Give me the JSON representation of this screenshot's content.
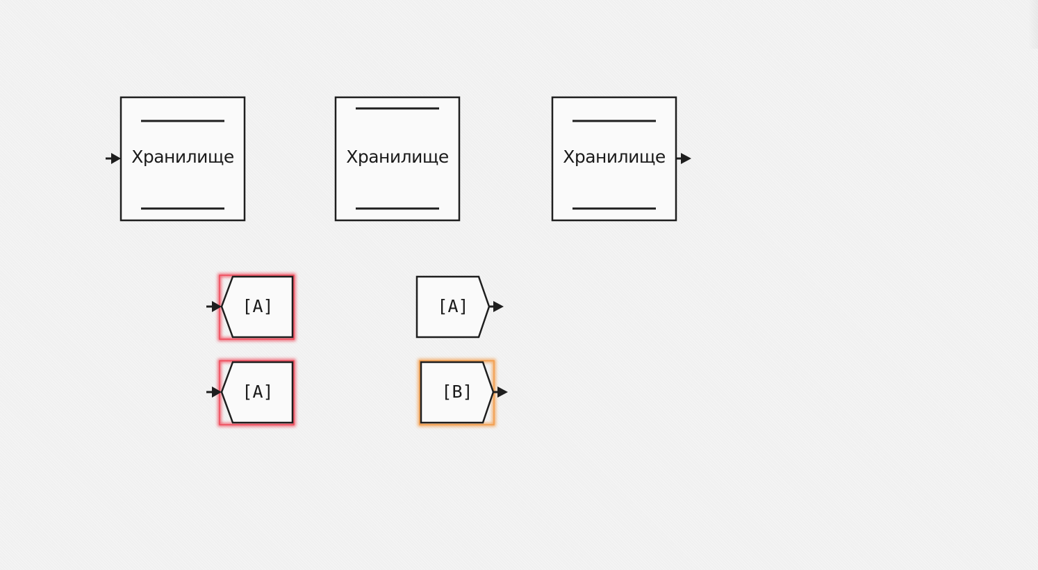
{
  "data_store_blocks": [
    {
      "label": "Хранилище",
      "port": "input"
    },
    {
      "label": "Хранилище",
      "port": "none"
    },
    {
      "label": "Хранилище",
      "port": "output"
    }
  ],
  "tag_blocks": [
    {
      "kind": "from",
      "label": "[A]",
      "highlight": "error"
    },
    {
      "kind": "goto",
      "label": "[A]",
      "highlight": "none"
    },
    {
      "kind": "from",
      "label": "[A]",
      "highlight": "error"
    },
    {
      "kind": "goto",
      "label": "[B]",
      "highlight": "warning"
    }
  ],
  "colors": {
    "error_highlight": "#ef4a5a",
    "warning_highlight": "#f39c4a",
    "stroke": "#1e1e1e",
    "block_fill": "#fafafa"
  }
}
